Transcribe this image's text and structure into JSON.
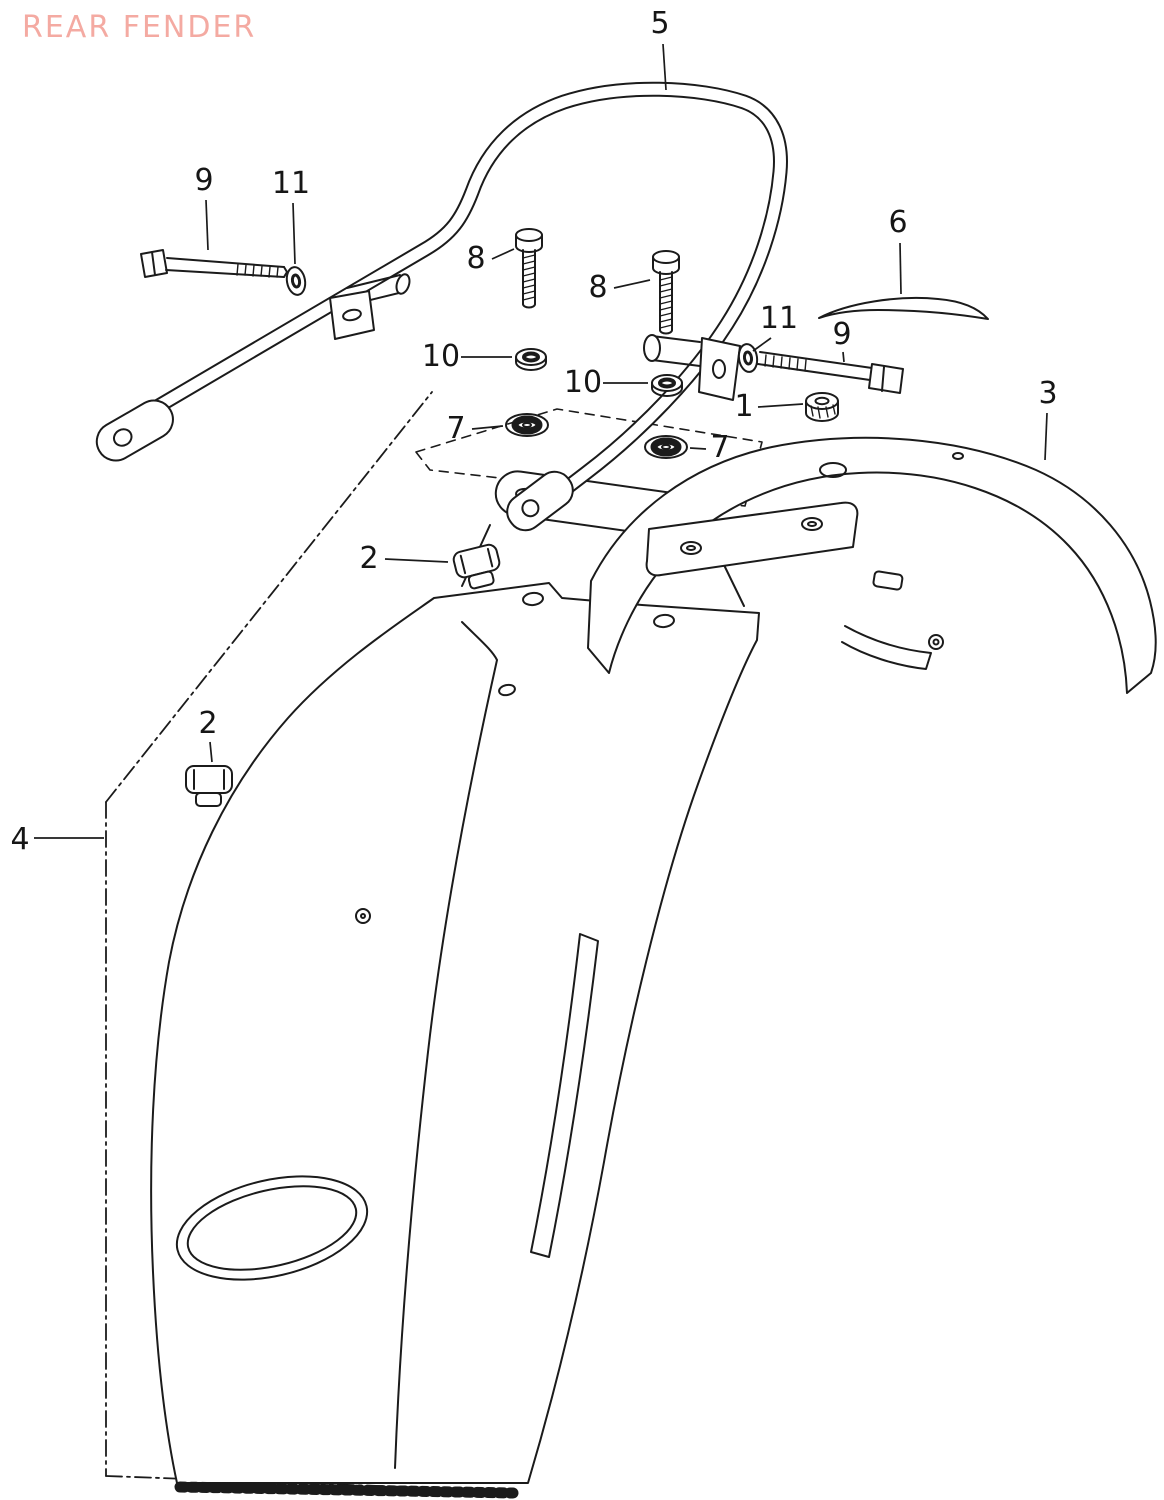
{
  "title": {
    "text": "REAR FENDER",
    "color": "#f2968b"
  },
  "colors": {
    "line": "#1b1b1b",
    "background": "#ffffff"
  },
  "callouts": [
    {
      "label": "5"
    },
    {
      "label": "9"
    },
    {
      "label": "11"
    },
    {
      "label": "8"
    },
    {
      "label": "8"
    },
    {
      "label": "6"
    },
    {
      "label": "11"
    },
    {
      "label": "9"
    },
    {
      "label": "10"
    },
    {
      "label": "10"
    },
    {
      "label": "1"
    },
    {
      "label": "3"
    },
    {
      "label": "7"
    },
    {
      "label": "7"
    },
    {
      "label": "2"
    },
    {
      "label": "2"
    },
    {
      "label": "4"
    }
  ]
}
